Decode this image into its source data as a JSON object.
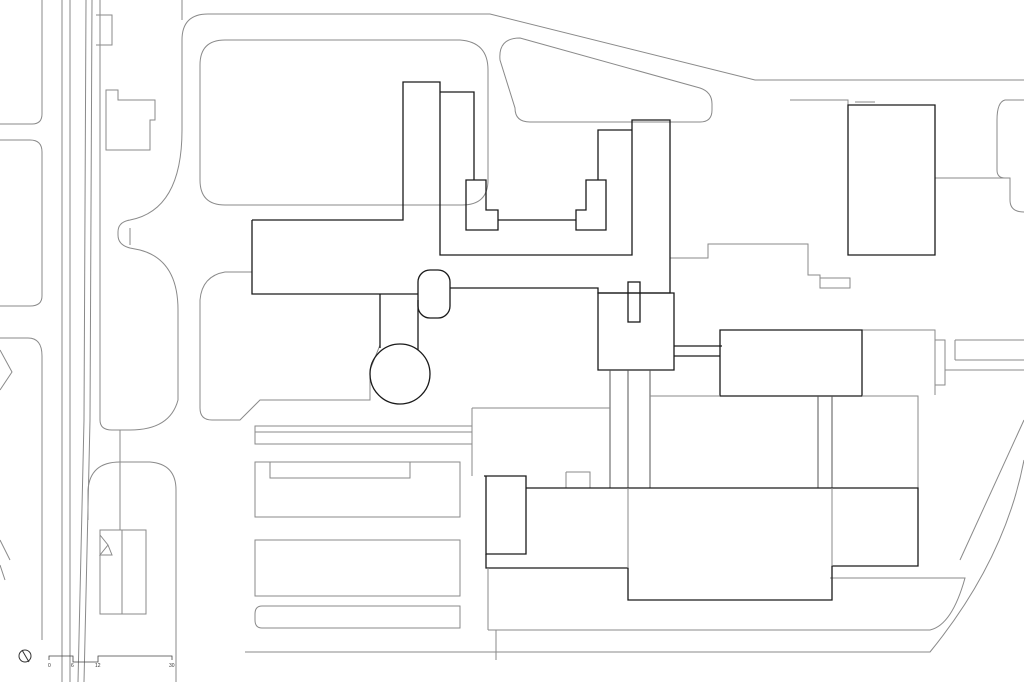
{
  "scale_bar": {
    "labels": [
      "0",
      "6",
      "12",
      "30"
    ],
    "units_hint": "m"
  },
  "north_arrow": {
    "icon": "north-arrow-icon"
  }
}
